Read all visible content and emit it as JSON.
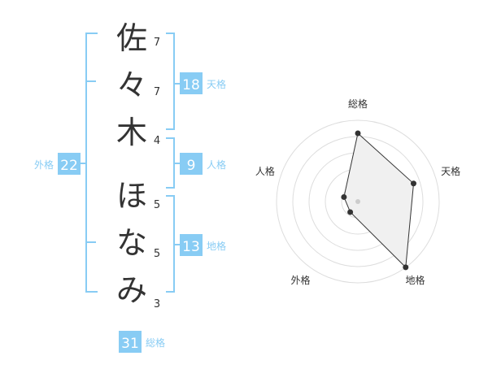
{
  "name": {
    "characters": [
      {
        "char": "佐",
        "strokes": "7"
      },
      {
        "char": "々",
        "strokes": "7"
      },
      {
        "char": "木",
        "strokes": "4"
      },
      {
        "char": "ほ",
        "strokes": "5"
      },
      {
        "char": "な",
        "strokes": "5"
      },
      {
        "char": "み",
        "strokes": "3"
      }
    ]
  },
  "fortunes": {
    "tenkaku": {
      "value": "18",
      "label": "天格"
    },
    "jinkaku": {
      "value": "9",
      "label": "人格"
    },
    "chikaku": {
      "value": "13",
      "label": "地格"
    },
    "gaikaku": {
      "value": "22",
      "label": "外格"
    },
    "soukaku": {
      "value": "31",
      "label": "総格"
    }
  },
  "colors": {
    "accent": "#88ccf4",
    "bracket": "#88ccf4",
    "text": "#333333",
    "badge_text": "#ffffff",
    "radar_grid": "#dddddd",
    "radar_fill": "#f0f0f0",
    "radar_line": "#333333"
  },
  "chart_data": {
    "type": "radar",
    "axes": [
      "総格",
      "天格",
      "地格",
      "外格",
      "人格"
    ],
    "values": [
      4.2,
      3.6,
      5.0,
      0.8,
      0.9
    ],
    "range": [
      0,
      5
    ],
    "rings": 5
  }
}
